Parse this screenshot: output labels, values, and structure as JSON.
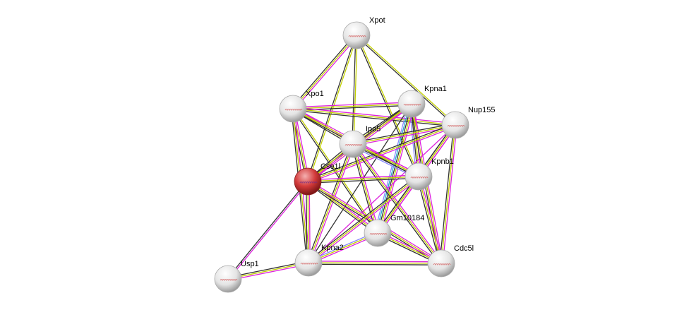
{
  "colors": {
    "magenta": "#dd22dd",
    "yellow": "#c3d100",
    "black": "#333333",
    "blue": "#8888ff",
    "cyan": "#22aacc",
    "query_node": "#d23a3a",
    "node": "#e8e8e8"
  },
  "nodes": [
    {
      "id": "Xpot",
      "label": "Xpot",
      "query": false
    },
    {
      "id": "Xpo1",
      "label": "Xpo1",
      "query": false
    },
    {
      "id": "Kpna1",
      "label": "Kpna1",
      "query": false
    },
    {
      "id": "Nup155",
      "label": "Nup155",
      "query": false
    },
    {
      "id": "Ipo5",
      "label": "Ipo5",
      "query": false
    },
    {
      "id": "Cse1l",
      "label": "Cse1l",
      "query": true
    },
    {
      "id": "Kpnb1",
      "label": "Kpnb1",
      "query": false
    },
    {
      "id": "Gm10184",
      "label": "Gm10184",
      "query": false
    },
    {
      "id": "Kpna2",
      "label": "Kpna2",
      "query": false
    },
    {
      "id": "Cdc5l",
      "label": "Cdc5l",
      "query": false
    },
    {
      "id": "Usp1",
      "label": "Usp1",
      "query": false
    }
  ],
  "edges": [
    [
      "Xpot",
      "Xpo1",
      [
        "magenta",
        "yellow",
        "black"
      ]
    ],
    [
      "Xpot",
      "Cse1l",
      [
        "yellow",
        "black"
      ]
    ],
    [
      "Xpot",
      "Ipo5",
      [
        "yellow",
        "black"
      ]
    ],
    [
      "Xpot",
      "Kpnb1",
      [
        "yellow",
        "black"
      ]
    ],
    [
      "Xpot",
      "Nup155",
      [
        "yellow",
        "black"
      ]
    ],
    [
      "Xpo1",
      "Kpna1",
      [
        "magenta",
        "yellow",
        "black"
      ]
    ],
    [
      "Xpo1",
      "Nup155",
      [
        "magenta",
        "yellow",
        "black"
      ]
    ],
    [
      "Xpo1",
      "Ipo5",
      [
        "magenta",
        "yellow",
        "black"
      ]
    ],
    [
      "Xpo1",
      "Cse1l",
      [
        "magenta",
        "yellow",
        "black"
      ]
    ],
    [
      "Xpo1",
      "Kpna2",
      [
        "magenta",
        "yellow",
        "black"
      ]
    ],
    [
      "Xpo1",
      "Kpnb1",
      [
        "magenta",
        "yellow",
        "black"
      ]
    ],
    [
      "Xpo1",
      "Gm10184",
      [
        "yellow",
        "black"
      ]
    ],
    [
      "Kpna1",
      "Ipo5",
      [
        "magenta",
        "yellow",
        "black"
      ]
    ],
    [
      "Kpna1",
      "Kpnb1",
      [
        "magenta",
        "yellow",
        "black",
        "blue"
      ]
    ],
    [
      "Kpna1",
      "Gm10184",
      [
        "magenta",
        "yellow",
        "black",
        "cyan",
        "blue"
      ]
    ],
    [
      "Kpna1",
      "Cse1l",
      [
        "magenta",
        "yellow",
        "black"
      ]
    ],
    [
      "Kpna1",
      "Cdc5l",
      [
        "magenta",
        "yellow",
        "black"
      ]
    ],
    [
      "Kpna1",
      "Kpna2",
      [
        "black"
      ]
    ],
    [
      "Nup155",
      "Ipo5",
      [
        "magenta",
        "yellow",
        "black"
      ]
    ],
    [
      "Nup155",
      "Cse1l",
      [
        "magenta",
        "yellow",
        "black"
      ]
    ],
    [
      "Nup155",
      "Kpnb1",
      [
        "magenta",
        "yellow",
        "black"
      ]
    ],
    [
      "Nup155",
      "Gm10184",
      [
        "magenta",
        "yellow",
        "black"
      ]
    ],
    [
      "Nup155",
      "Cdc5l",
      [
        "magenta",
        "yellow",
        "black"
      ]
    ],
    [
      "Nup155",
      "Kpna2",
      [
        "magenta"
      ]
    ],
    [
      "Ipo5",
      "Cse1l",
      [
        "magenta",
        "yellow",
        "black"
      ]
    ],
    [
      "Ipo5",
      "Kpnb1",
      [
        "magenta",
        "yellow",
        "black",
        "blue"
      ]
    ],
    [
      "Ipo5",
      "Gm10184",
      [
        "magenta",
        "yellow",
        "black"
      ]
    ],
    [
      "Ipo5",
      "Kpna2",
      [
        "magenta",
        "yellow",
        "black"
      ]
    ],
    [
      "Ipo5",
      "Cdc5l",
      [
        "magenta",
        "yellow",
        "black"
      ]
    ],
    [
      "Cse1l",
      "Kpnb1",
      [
        "magenta",
        "yellow",
        "black"
      ]
    ],
    [
      "Cse1l",
      "Gm10184",
      [
        "magenta",
        "yellow",
        "black"
      ]
    ],
    [
      "Cse1l",
      "Kpna2",
      [
        "magenta",
        "yellow",
        "black"
      ]
    ],
    [
      "Cse1l",
      "Cdc5l",
      [
        "magenta",
        "yellow",
        "black"
      ]
    ],
    [
      "Cse1l",
      "Usp1",
      [
        "magenta",
        "black"
      ]
    ],
    [
      "Kpnb1",
      "Gm10184",
      [
        "magenta",
        "yellow",
        "black"
      ]
    ],
    [
      "Kpnb1",
      "Kpna2",
      [
        "magenta",
        "yellow",
        "black"
      ]
    ],
    [
      "Kpnb1",
      "Cdc5l",
      [
        "magenta",
        "yellow",
        "black"
      ]
    ],
    [
      "Gm10184",
      "Kpna2",
      [
        "magenta",
        "yellow",
        "blue"
      ]
    ],
    [
      "Gm10184",
      "Cdc5l",
      [
        "magenta",
        "yellow",
        "black"
      ]
    ],
    [
      "Kpna2",
      "Cdc5l",
      [
        "magenta",
        "yellow",
        "black"
      ]
    ],
    [
      "Kpna2",
      "Usp1",
      [
        "magenta",
        "yellow",
        "black"
      ]
    ]
  ]
}
